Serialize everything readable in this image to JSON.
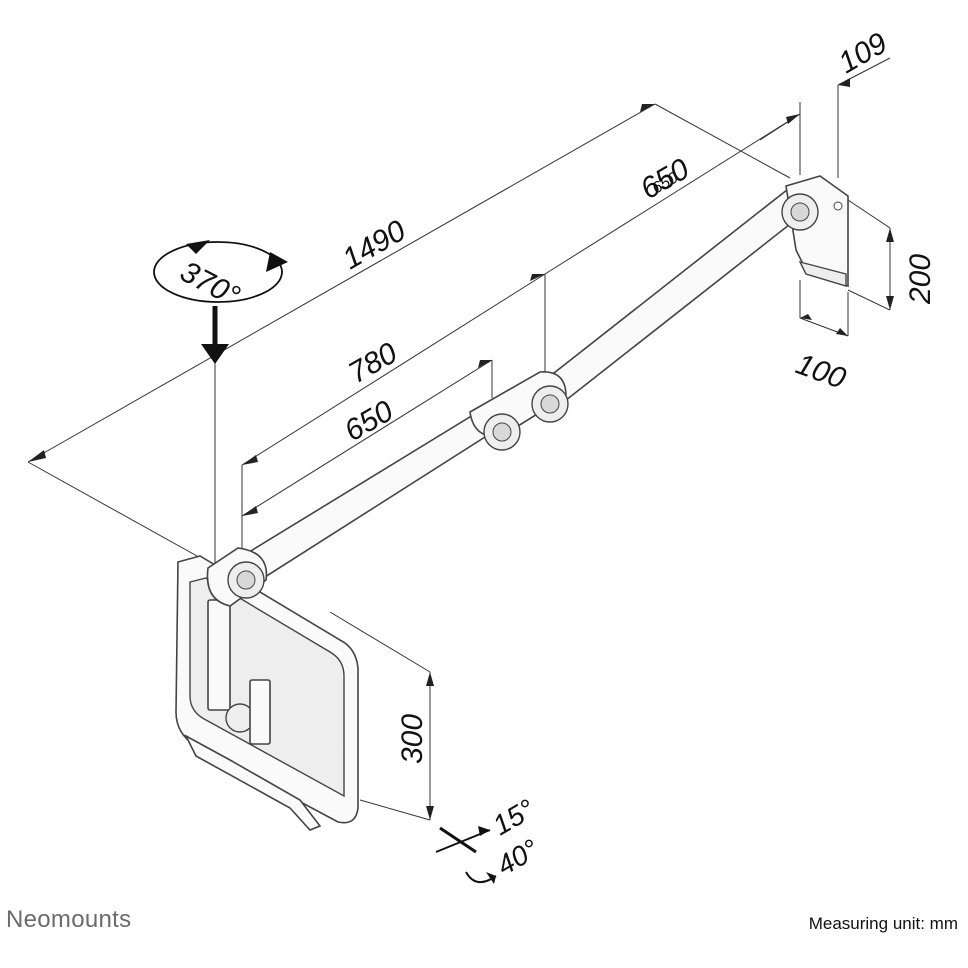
{
  "dimensions": {
    "total_reach": "1490",
    "lower_arm": "780",
    "lower_arm_inner": "650",
    "upper_arm": "650",
    "upper_arm_overlap": "650",
    "wall_depth": "109",
    "wall_plate_height": "200",
    "wall_plate_width": "100",
    "screen_height": "300",
    "swivel": "370°",
    "tilt_up": "15°",
    "tilt_down": "40°"
  },
  "footer": {
    "brand": "Neomounts",
    "unit_label": "Measuring unit: mm"
  }
}
